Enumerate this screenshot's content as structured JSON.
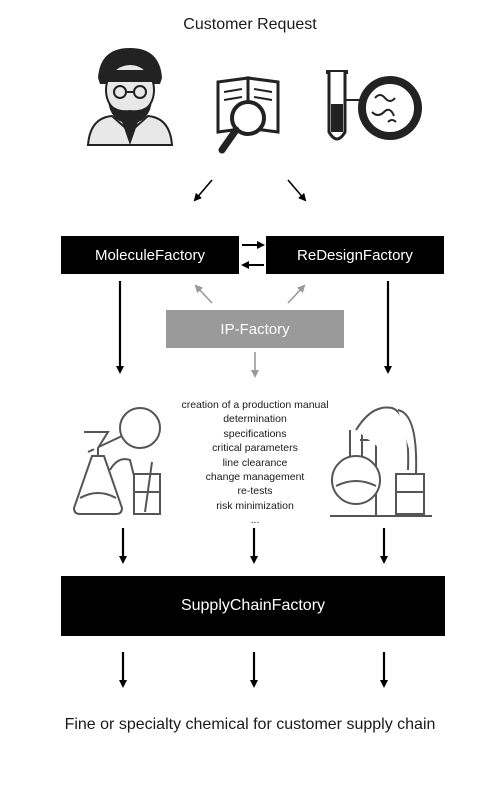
{
  "title": "Customer Request",
  "boxes": {
    "molecule": "MoleculeFactory",
    "redesign": "ReDesignFactory",
    "ip": "IP-Factory",
    "supply": "SupplyChainFactory"
  },
  "steps": [
    "creation of a production manual",
    "determination",
    "specifications",
    "critical parameters",
    "line clearance",
    "change management",
    "re-tests",
    "risk minimization",
    "..."
  ],
  "output": "Fine or specialty chemical for customer supply chain",
  "colors": {
    "box_dark": "#000000",
    "box_ip": "#9a9a9a",
    "arrow_gray": "#999999"
  },
  "icons": [
    "scientist-icon",
    "book-search-icon",
    "test-tube-petri-dish-icon",
    "flask-apparatus-icon",
    "distillation-apparatus-icon"
  ]
}
